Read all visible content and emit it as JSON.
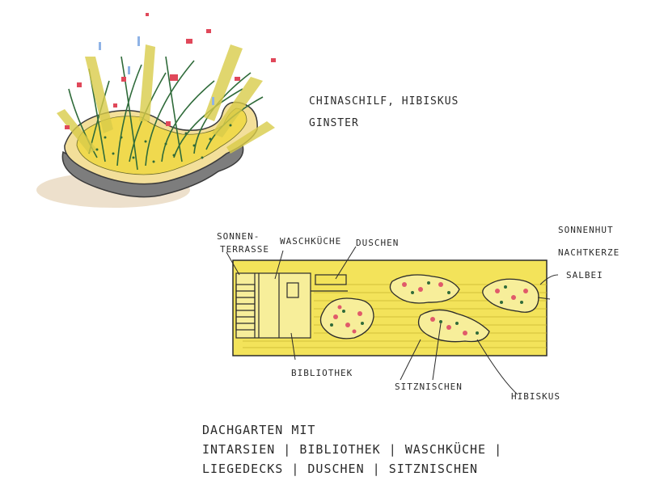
{
  "plant_note": {
    "line1": "CHINASCHILF, HIBISKUS",
    "line2": "GINSTER"
  },
  "labels": {
    "sonnen_terrasse_1": "SONNEN-",
    "sonnen_terrasse_2": "TERRASSE",
    "waschkueche": "WASCHKÜCHE",
    "duschen": "DUSCHEN",
    "plants_right_1": "SONNENHUT",
    "plants_right_2": "NACHTKERZE",
    "plants_right_3": "SALBEI",
    "bibliothek": "BIBLIOTHEK",
    "sitznischen": "SITZNISCHEN",
    "hibiskus": "HIBISKUS"
  },
  "caption": {
    "line1": "DACHGARTEN MIT",
    "line2": "INTARSIEN | BIBLIOTHEK | WASCHKÜCHE |",
    "line3": "LIEGEDECKS | DUSCHEN | SITZNISCHEN"
  },
  "colors": {
    "yellow": "#f2e04a",
    "pale_yellow": "#f7ee9a",
    "green": "#2f6b3a",
    "pink": "#e05a6a",
    "grey": "#8a8a8a",
    "ink": "#2b2b2b"
  }
}
